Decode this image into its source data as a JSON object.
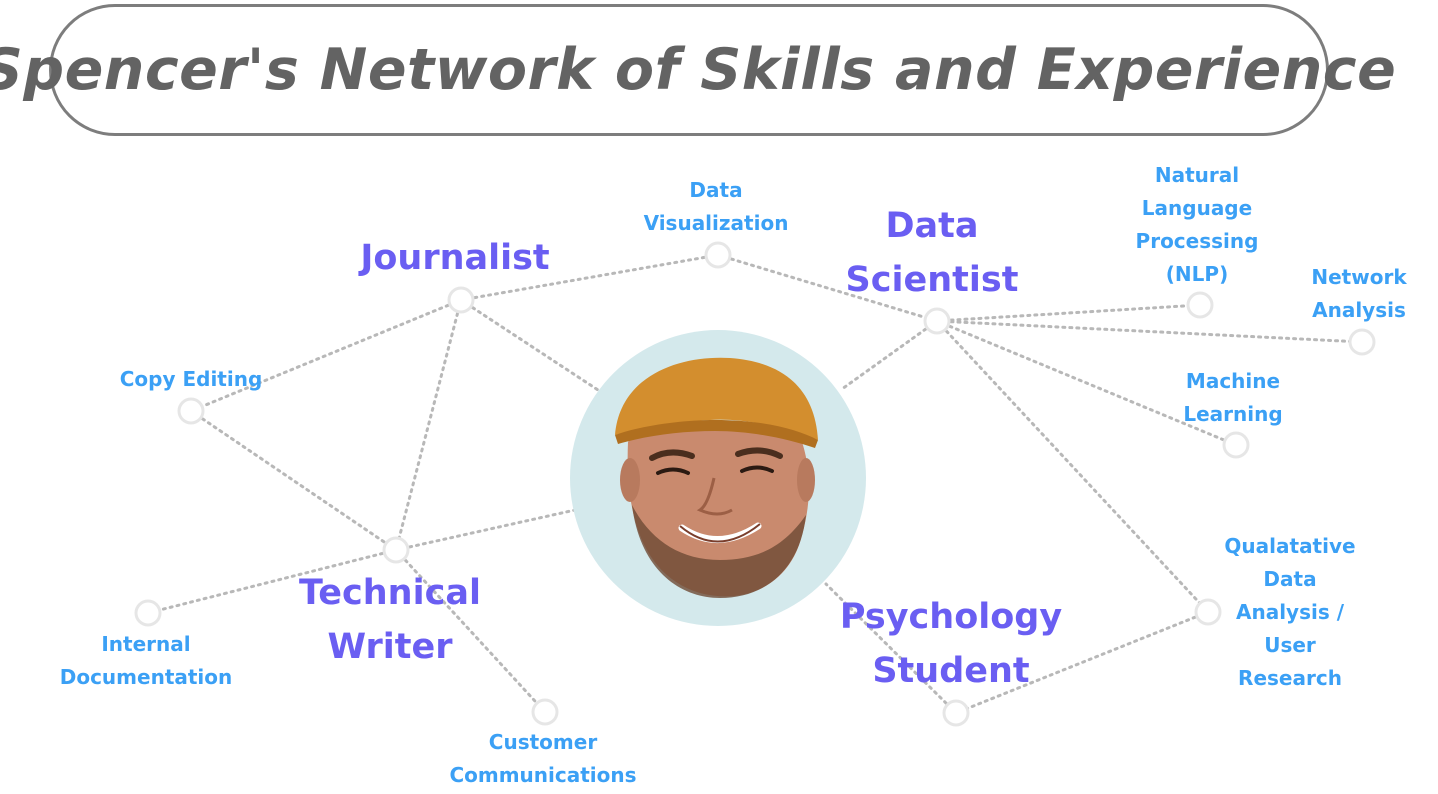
{
  "title": "Spencer's Network of Skills and Experience",
  "colors": {
    "role": "#6a5ef2",
    "skill": "#3ba0f5",
    "title_text": "#636363",
    "title_border": "#7d7d7d",
    "edge": "#b8b8b8",
    "node_ring": "#e6e6e6",
    "portrait_bg": "#d4e9ec"
  },
  "roles": {
    "journalist": "Journalist",
    "data_scientist": [
      "Data",
      "Scientist"
    ],
    "technical_writer": [
      "Technical",
      "Writer"
    ],
    "psychology_student": [
      "Psychology",
      "Student"
    ]
  },
  "skills": {
    "data_visualization": [
      "Data",
      "Visualization"
    ],
    "nlp": [
      "Natural",
      "Language",
      "Processing",
      "(NLP)"
    ],
    "network_analysis": [
      "Network",
      "Analysis"
    ],
    "machine_learning": [
      "Machine",
      "Learning"
    ],
    "copy_editing": "Copy Editing",
    "qualitative": [
      "Qualatative",
      "Data",
      "Analysis /",
      "User",
      "Research"
    ],
    "internal_documentation": [
      "Internal",
      "Documentation"
    ],
    "customer_communications": [
      "Customer",
      "Communications"
    ]
  },
  "portrait_icon": "person-photo"
}
